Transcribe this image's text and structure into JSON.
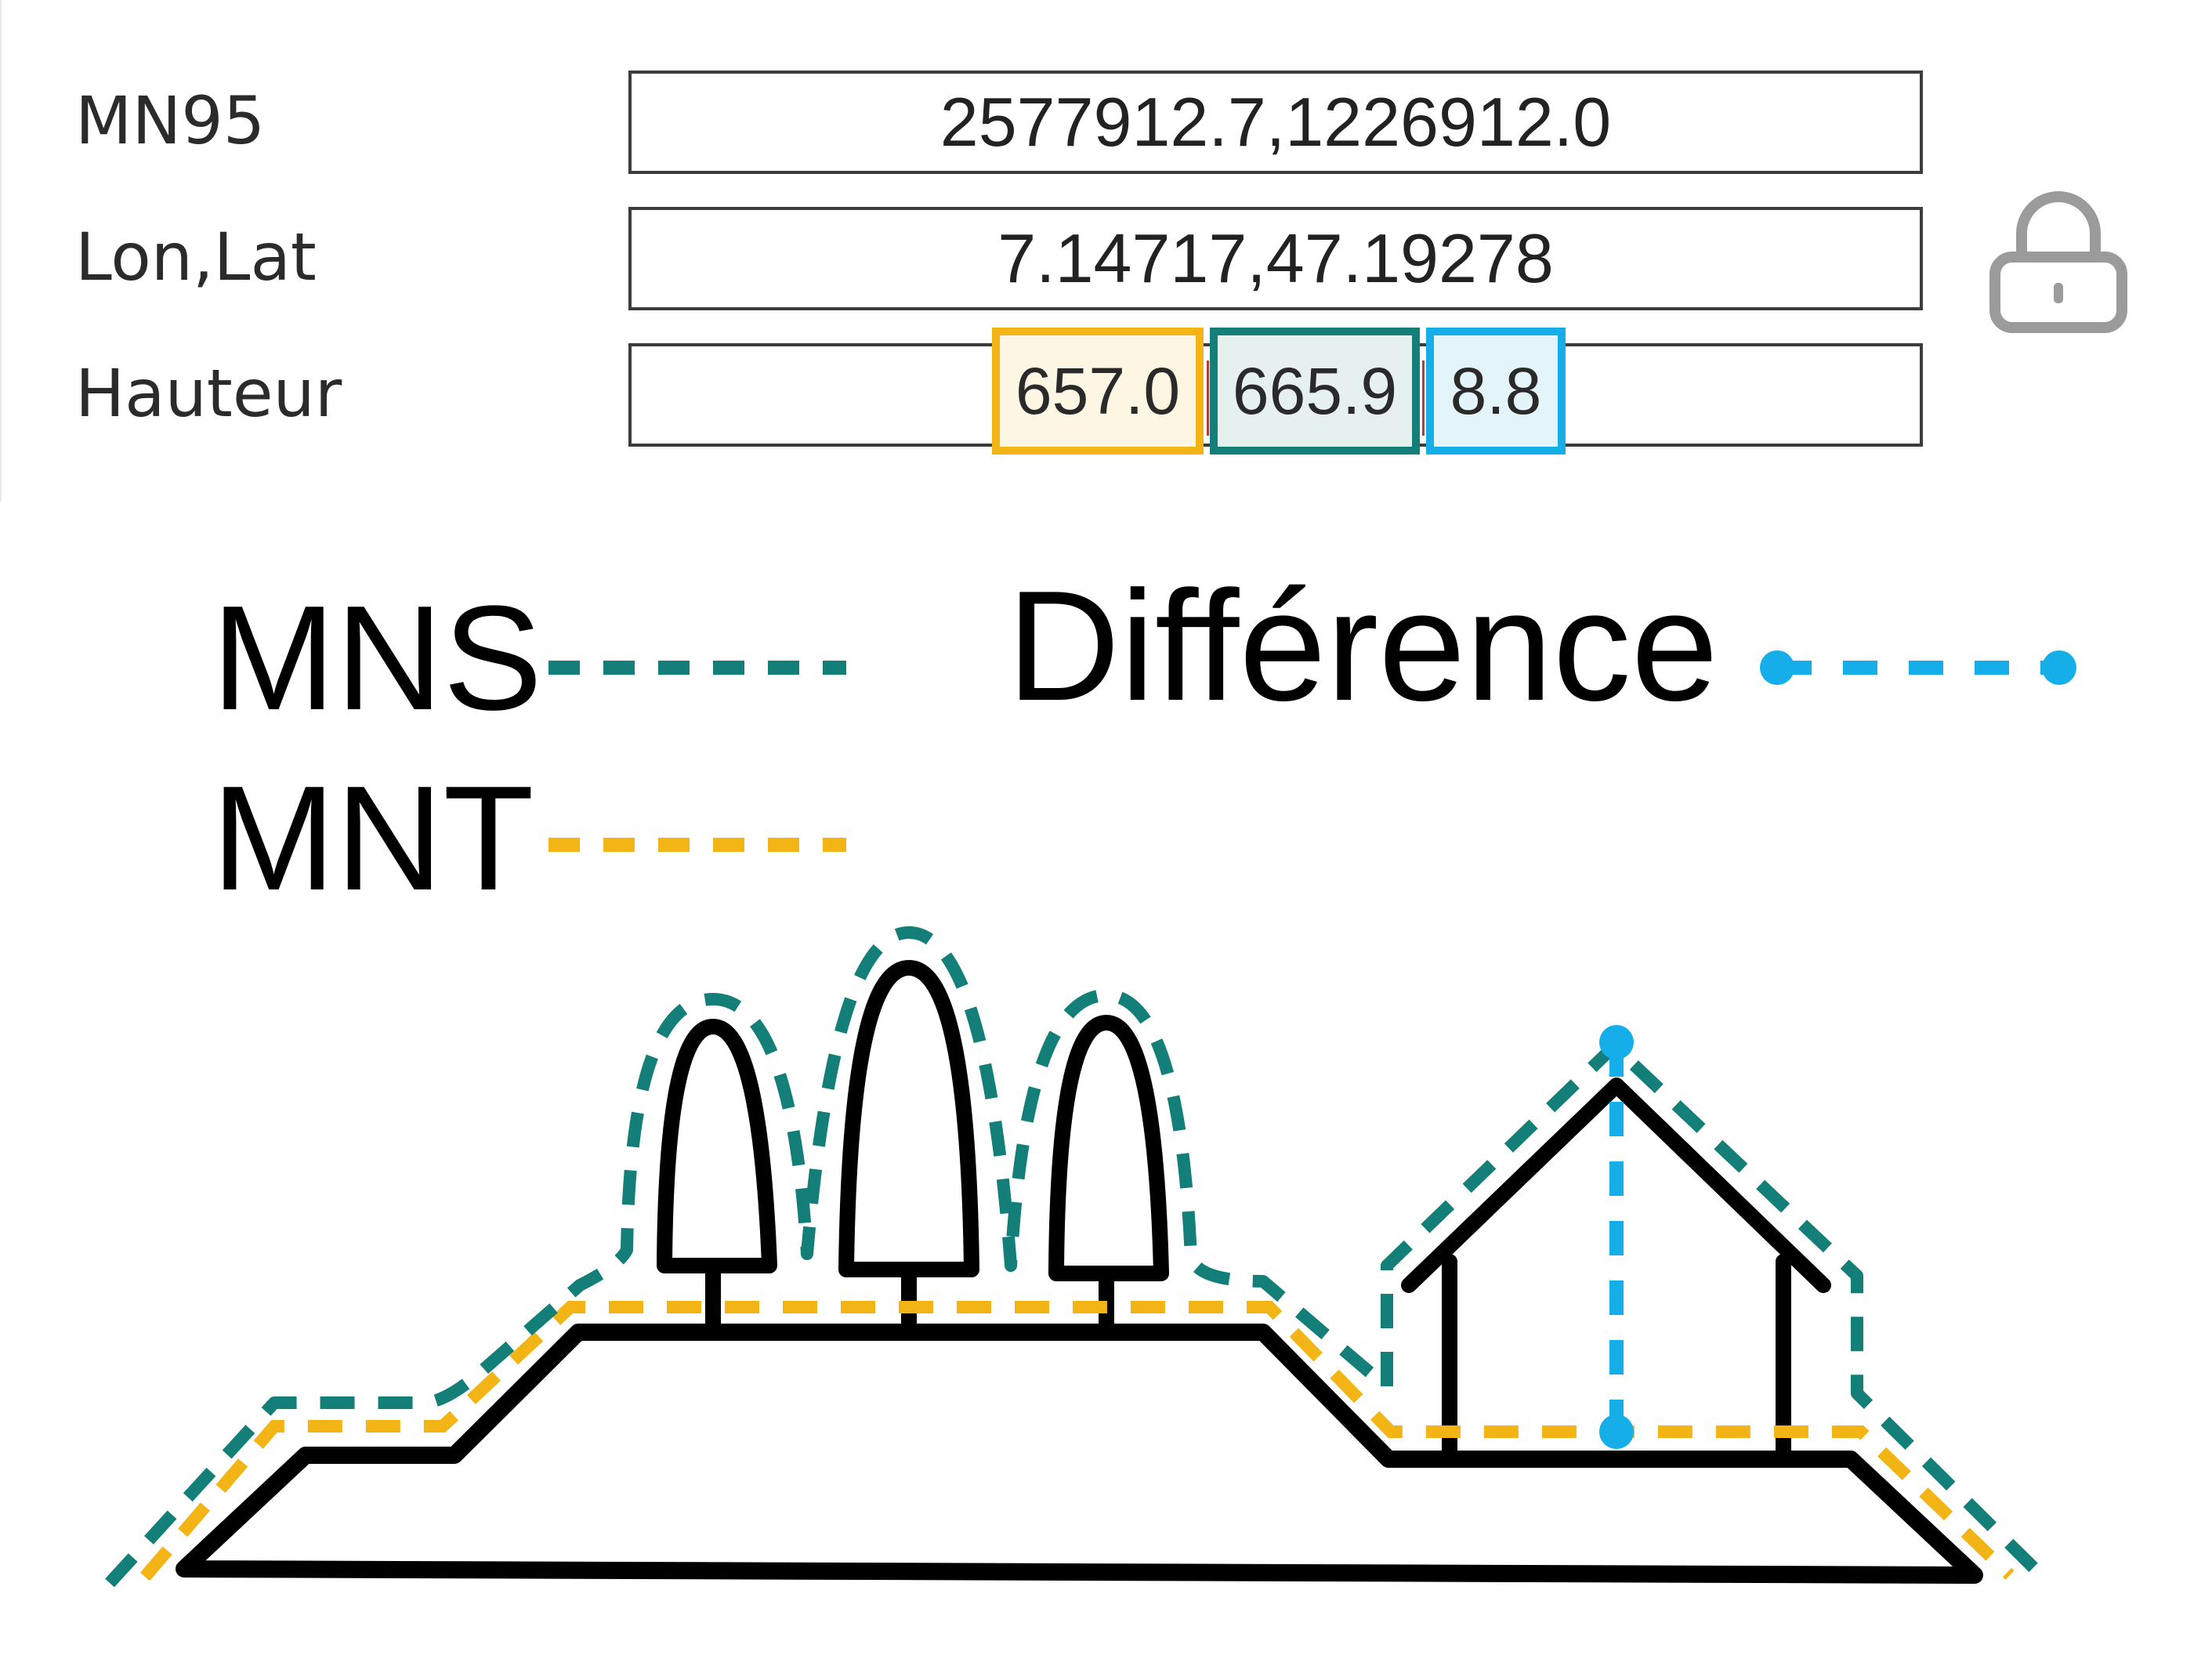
{
  "form": {
    "rows": [
      {
        "label": "MN95",
        "value": "2577912.7,1226912.0"
      },
      {
        "label": "Lon,Lat",
        "value": "7.14717,47.19278"
      },
      {
        "label": "Hauteur"
      }
    ],
    "heights": {
      "mnt": "657.0",
      "mns": "665.9",
      "difference": "8.8"
    },
    "lock_icon": "lock-icon"
  },
  "legend": {
    "mns": "MNS",
    "mnt": "MNT",
    "difference": "Différence"
  },
  "colors": {
    "mns": "#137f78",
    "mnt": "#f3b415",
    "difference": "#15aee8",
    "outline": "#000000"
  }
}
